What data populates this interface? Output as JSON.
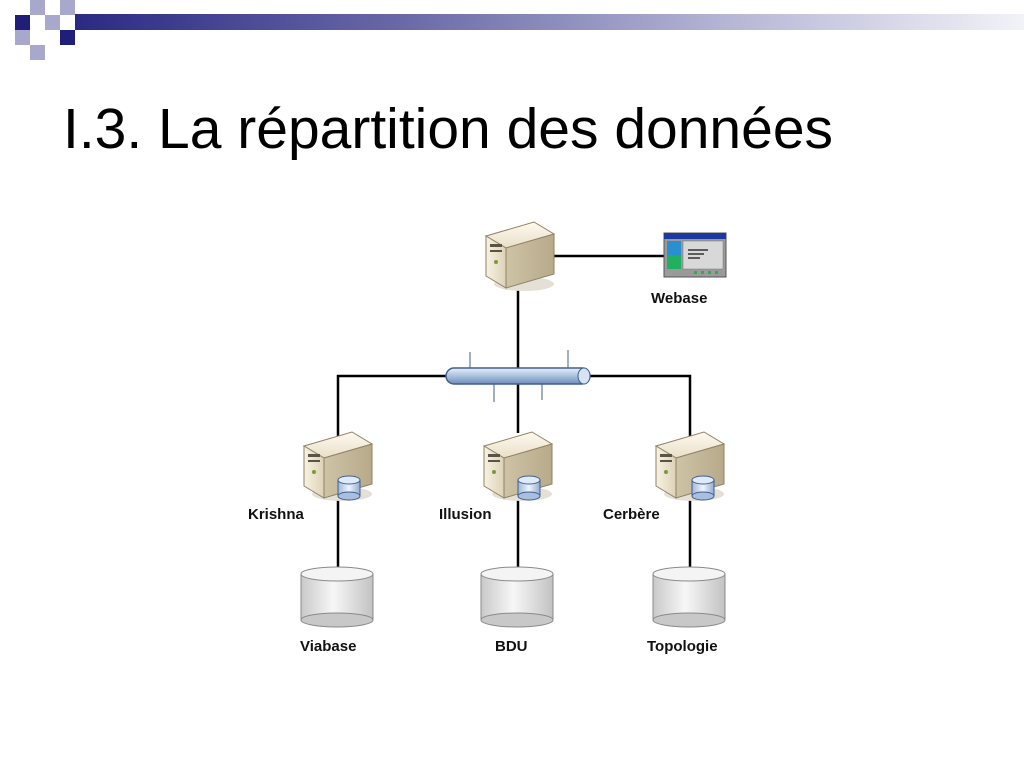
{
  "slide": {
    "title": "I.3. La répartition des données"
  },
  "diagram": {
    "nodes": {
      "client": {
        "label": "Webase",
        "icon": "application-window-icon"
      },
      "top_server": {
        "icon": "server-icon"
      },
      "network": {
        "icon": "network-bus-icon"
      },
      "server_left": {
        "label": "Krishna",
        "icon": "database-server-icon"
      },
      "server_mid": {
        "label": "Illusion",
        "icon": "database-server-icon"
      },
      "server_right": {
        "label": "Cerbère",
        "icon": "database-server-icon"
      },
      "db_left": {
        "label": "Viabase",
        "icon": "database-icon"
      },
      "db_mid": {
        "label": "BDU",
        "icon": "database-icon"
      },
      "db_right": {
        "label": "Topologie",
        "icon": "database-icon"
      }
    }
  },
  "colors": {
    "title_bar_dark": "#2a2a84",
    "square_light": "#9a9ac4"
  }
}
